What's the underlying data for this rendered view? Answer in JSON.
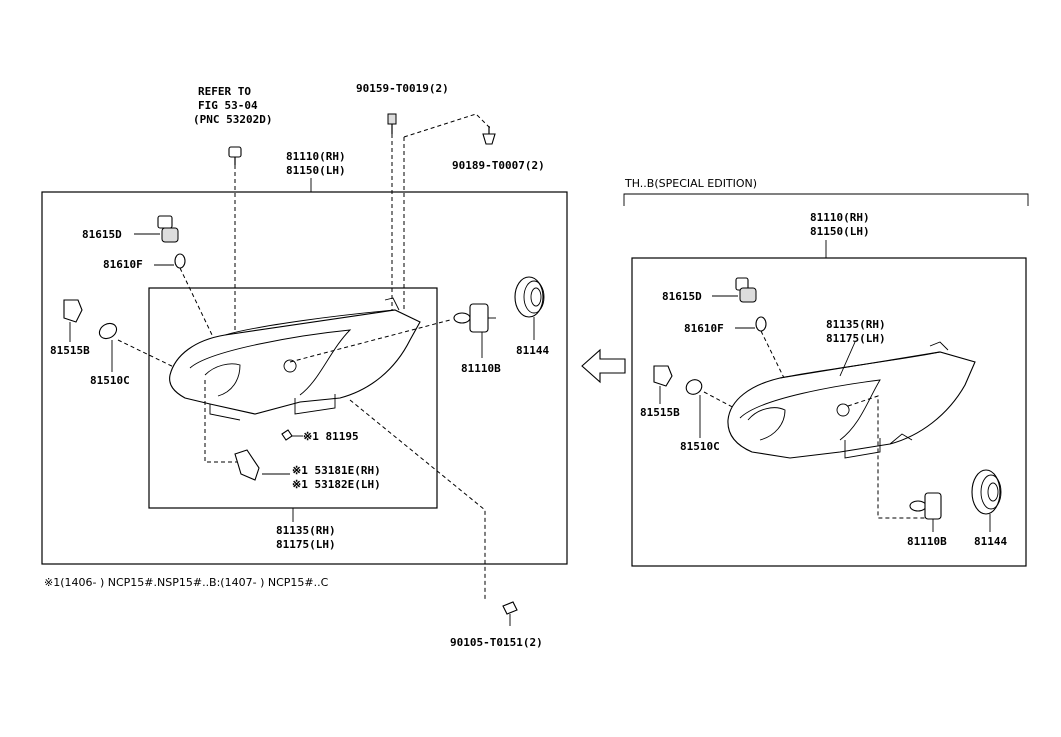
{
  "labels": {
    "refer_line1": "REFER TO",
    "refer_line2": "FIG 53-04",
    "refer_line3": "(PNC 53202D)",
    "p90159": "90159-T0019(2)",
    "p90189": "90189-T0007(2)",
    "left_top_rh": "81110(RH)",
    "left_top_lh": "81150(LH)",
    "left_81615d": "81615D",
    "left_81610f": "81610F",
    "left_81515b": "81515B",
    "left_81510c": "81510C",
    "left_81110b": "81110B",
    "left_81144": "81144",
    "left_81195": "※1 81195",
    "left_53181e": "※1 53181E(RH)",
    "left_53182e": "※1 53182E(LH)",
    "left_bottom_rh": "81135(RH)",
    "left_bottom_lh": "81175(LH)",
    "p90105": "90105-T0151(2)",
    "footnote": "※1(1406-        ) NCP15#.NSP15#..B:(1407-        ) NCP15#..C",
    "special_edition": "TH..B(SPECIAL EDITION)",
    "right_top_rh": "81110(RH)",
    "right_top_lh": "81150(LH)",
    "right_81615d": "81615D",
    "right_81610f": "81610F",
    "right_81135": "81135(RH)",
    "right_81175": "81175(LH)",
    "right_81515b": "81515B",
    "right_81510c": "81510C",
    "right_81110b": "81110B",
    "right_81144": "81144"
  },
  "icons": {
    "arrow": "left-arrow-icon",
    "headlamp": "headlamp-assembly-icon",
    "bulb": "bulb-icon",
    "socket": "bulb-socket-icon",
    "cover": "rubber-cover-icon",
    "screw": "screw-icon",
    "bracket": "bracket-icon"
  }
}
